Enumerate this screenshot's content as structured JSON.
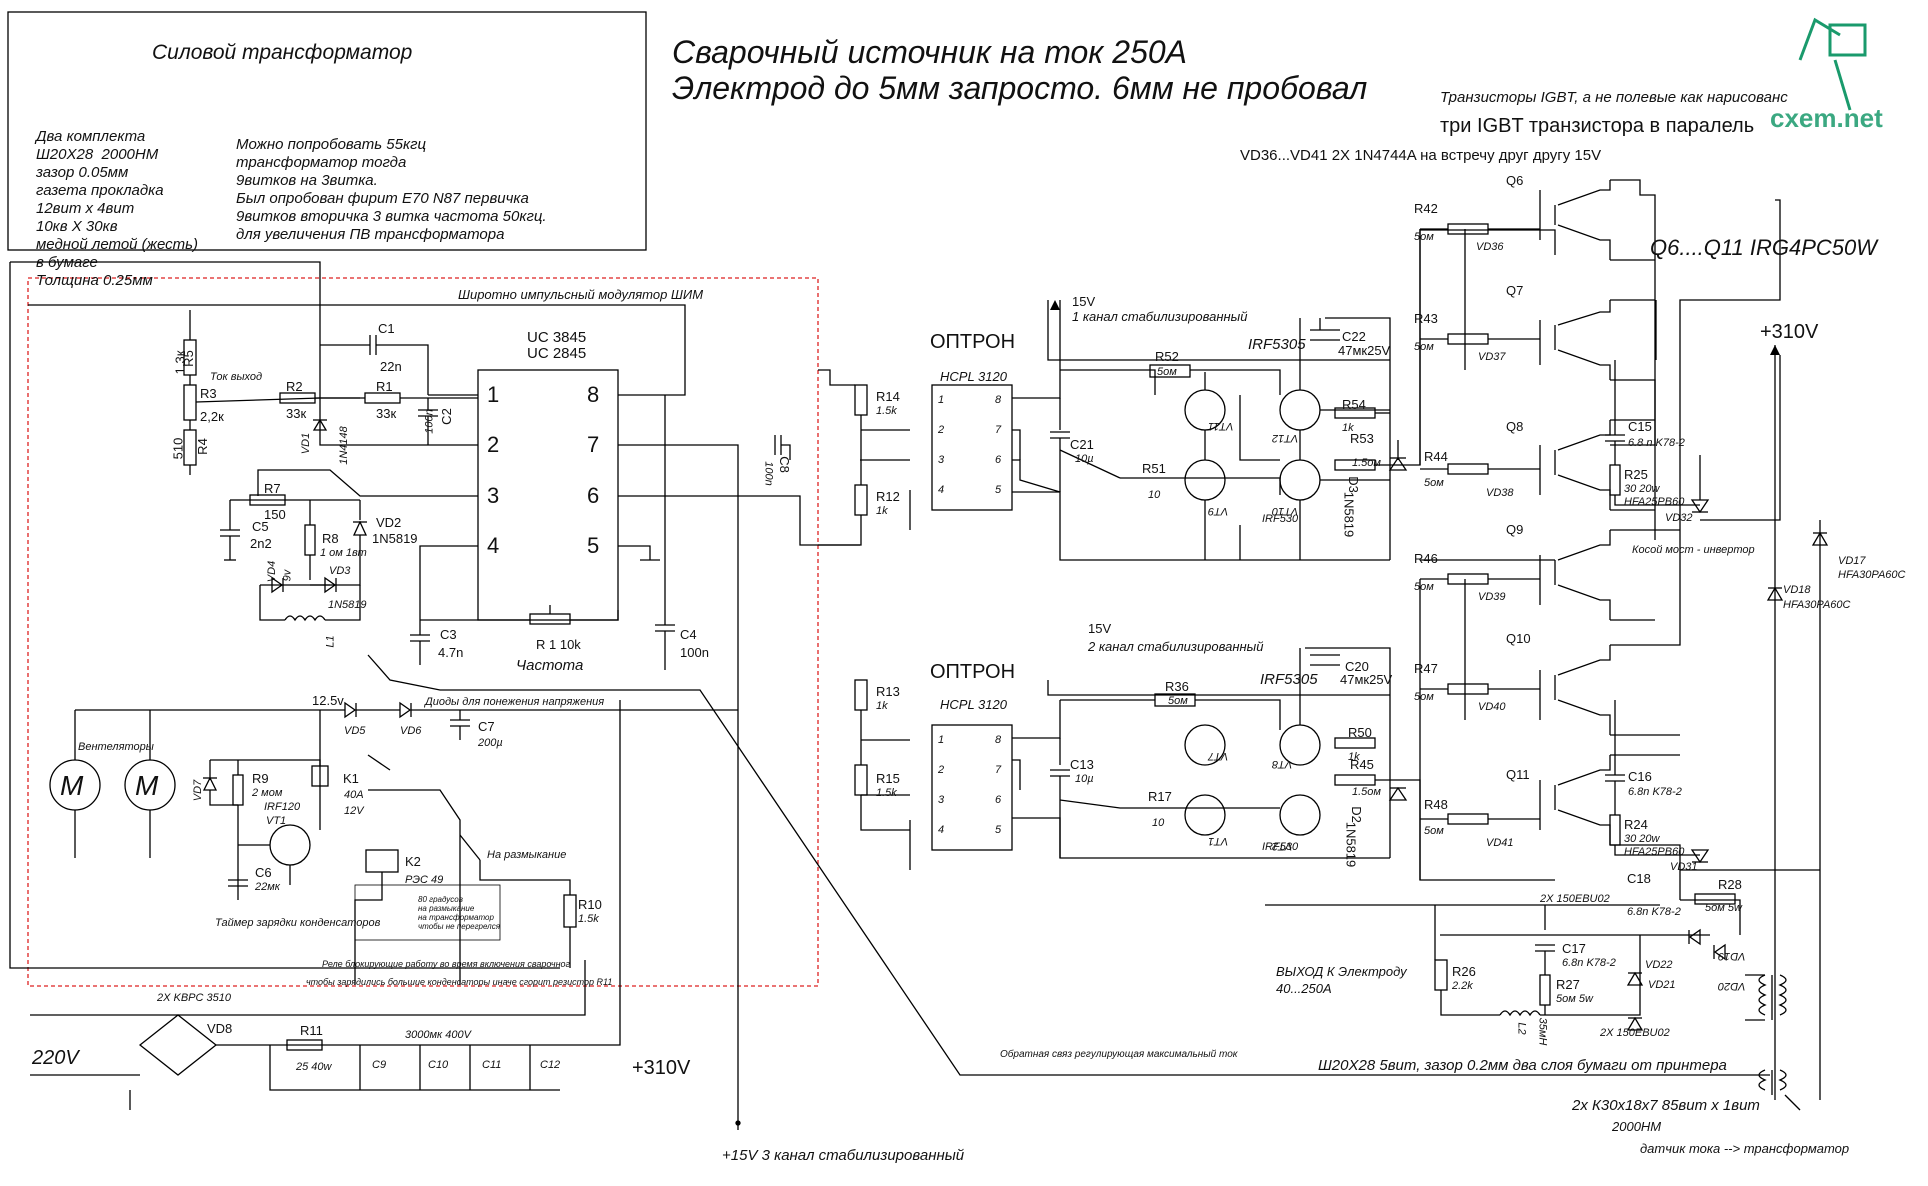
{
  "header": {
    "title_line1": "Сварочный источник на ток 250А",
    "title_line2": "Электрод до 5мм запросто. 6мм не пробовал",
    "igbt_note": "Транзисторы IGBT, а не полевые как нарисованс",
    "igbt_parallel": "три IGBT транзистора в паралель",
    "vd_note": "VD36...VD41  2X 1N4744A на встречу друг другу 15V",
    "q_models": "Q6....Q11     IRG4PC50W"
  },
  "logo": {
    "text": "cxem.net"
  },
  "transformer_box": {
    "title": "Силовой трансформатор",
    "left_lines": [
      "Два комплекта",
      "Ш20Х28  2000НМ",
      "зазор 0.05мм",
      "газета прокладка",
      "12вит х 4вит",
      "10кв Х 30кв",
      "медной летой (жесть)",
      "в бумаге",
      "Толщина 0.25мм"
    ],
    "right_lines": [
      "Можно попробовать 55кгц",
      "трансформатор тогда",
      "9витков на 3витка.",
      "Был опробован фирит Е70 N87 первичка",
      "9витков вторичка 3 витка частота 50кгц.",
      "для увеличения ПВ трансформатора"
    ]
  },
  "pwm": {
    "title": "Широтно импульсный модулятор ШИМ",
    "chip_line1": "UC 3845",
    "chip_line2": "UC 2845",
    "pins_left": [
      "1",
      "2",
      "3",
      "4"
    ],
    "pins_right": [
      "8",
      "7",
      "6",
      "5"
    ],
    "current_out": "Ток выход",
    "freq_label": "Частота",
    "relay_note1": "Реле блокирующие работу во время включения сварочног",
    "relay_note2": "чтобы зарядились большие конденсаторы иначе сгорит резистор R11",
    "fans_label": "Вентеляторы",
    "diodes_note": "Диоды для понежения напряжения",
    "timer_note": "Таймер зарядки конденсаторов",
    "break_note": "На размыкание",
    "thermo_note1": "80 градусов",
    "thermo_note2": "на размыкание",
    "thermo_note3": "на трансформатор",
    "thermo_note4": "чтобы не перегрелся",
    "motor": "M"
  },
  "components": {
    "R5": "R5",
    "R5v": "1,3к",
    "R3": "R3",
    "R3v": "2,2к",
    "R4": "R4",
    "R4v": "510",
    "R2": "R2",
    "R2v": "33к",
    "R1": "R1",
    "R1v": "33к",
    "C1": "C1",
    "C1v": "22n",
    "C2": "C2",
    "C2v": "100n",
    "VD1": "VD1",
    "VD1v": "1N4148",
    "R7": "R7",
    "R7v": "150",
    "C5": "C5",
    "C5v": "2n2",
    "R8": "R8",
    "R8v": "1 ом 1вт",
    "VD2": "VD2",
    "VD2v": "1N5819",
    "VD4": "VD4",
    "VD4v": "9v",
    "VD3": "VD3",
    "VD3v": "1N5819",
    "L1": "L1",
    "C3": "C3",
    "C3v": "4.7n",
    "R1p": "R 1 10k",
    "C4": "C4",
    "C4v": "100n",
    "C8": "C8",
    "C8v": "100n",
    "v12": "12.5v",
    "VD5": "VD5",
    "VD6": "VD6",
    "C7": "C7",
    "C7v": "200µ",
    "VD7": "VD7",
    "R9": "R9",
    "R9v": "2 мом",
    "K1": "K1",
    "K1v1": "40A",
    "K1v2": "12V",
    "IRF120": "IRF120",
    "VT1": "VT1",
    "C6": "C6",
    "C6v": "22мк",
    "K2": "K2",
    "K2v": "РЭС 49",
    "R10": "R10",
    "R10v": "1.5k",
    "VD8": "VD8",
    "kbpc": "2X KBPC 3510",
    "R11": "R11",
    "R11v": "25  40w",
    "caps": "3000мк 400V",
    "C9": "C9",
    "C10": "C10",
    "C11": "C11",
    "C12": "C12",
    "v220": "220V",
    "v310a": "+310V",
    "ch3": "+15V 3 канал стабилизированный",
    "feedback": "Обратная связ регулирующая максимальный ток",
    "optron": "ОПТРОН",
    "hcpl": "HCPL 3120",
    "R14": "R14",
    "R14v": "1.5k",
    "R12": "R12",
    "R12v": "1k",
    "R13": "R13",
    "R13v": "1k",
    "R15": "R15",
    "R15v": "1.5k",
    "opto_pins_l": [
      "1",
      "2",
      "3",
      "4"
    ],
    "opto_pins_r": [
      "8",
      "7",
      "6",
      "5"
    ],
    "v15a": "15V",
    "ch1": "1 канал стабилизированный",
    "v15b": "15V",
    "ch2": "2 канал стабилизированный",
    "C21": "C21",
    "C21v": "10µ",
    "C13": "C13",
    "C13v": "10µ",
    "R52": "R52",
    "R52v": "5ом",
    "R51": "R51",
    "R51v": "10",
    "R36": "R36",
    "R36v": "5ом",
    "R17": "R17",
    "R17v": "10",
    "VT11": "VT11",
    "VT9": "VT9",
    "VT12": "VT12",
    "VT10": "VT10",
    "VT7": "VT7",
    "VT8": "VT8",
    "VT2": "VT2",
    "irf5305": "IRF5305",
    "irf530": "IRF530",
    "C22": "C22",
    "C22v": "47мк25V",
    "C20": "C20",
    "C20v": "47мк25V",
    "R54": "R54",
    "R54v": "1k",
    "R53": "R53",
    "R53v": "1.5ом",
    "D3": "D3",
    "D3v": "1N5819",
    "R50": "R50",
    "R50v": "1k",
    "R45": "R45",
    "R45v": "1.5ом",
    "D2": "D2",
    "D2v": "1N5819",
    "R42": "R42",
    "R43": "R43",
    "R44": "R44",
    "R46": "R46",
    "R47": "R47",
    "R48": "R48",
    "r5om": "5ом",
    "VD36": "VD36",
    "VD37": "VD37",
    "VD38": "VD38",
    "VD39": "VD39",
    "VD40": "VD40",
    "VD41": "VD41",
    "Q6": "Q6",
    "Q7": "Q7",
    "Q8": "Q8",
    "Q9": "Q9",
    "Q10": "Q10",
    "Q11": "Q11",
    "v310b": "+310V",
    "C15": "C15",
    "C15v": "6.8 n K78-2",
    "R25": "R25",
    "R25v1": "30  20w",
    "R25v2": "HFA25PB60",
    "VD32": "VD32",
    "C16": "C16",
    "C16v": "6.8n K78-2",
    "R24": "R24",
    "R24v1": "30  20w",
    "R24v2": "HFA25PB60",
    "VD31": "VD31",
    "bridge": "Косой мост - инвертор",
    "VD17": "VD17",
    "VD17v": "HFA30PA60C",
    "VD18": "VD18",
    "VD18v": "HFA30PA60C",
    "ebu1": "2X 150EBU02",
    "ebu2": "2X 150EBU02",
    "C18": "C18",
    "C18v": "6.8n K78-2",
    "R28": "R28",
    "R28v": "5ом 5w",
    "R26": "R26",
    "R26v": "2.2k",
    "C17": "C17",
    "C17v": "6.8n K78-2",
    "R27": "R27",
    "R27v": "5ом 5w",
    "VD22": "VD22",
    "VD21": "VD21",
    "VD19": "VD19",
    "VD20": "VD20",
    "out1": "ВЫХОД К Электроду",
    "out2": "40...250А",
    "L2": "L2",
    "L2v": "35мН",
    "w20": "Ш20Х28 5вит, зазор 0.2мм два слоя бумаги от принтера",
    "k30": "2х К30х18х7 85вит х 1вит",
    "nm": "2000НМ",
    "sensor": "датчик тока --> трансформатор"
  }
}
